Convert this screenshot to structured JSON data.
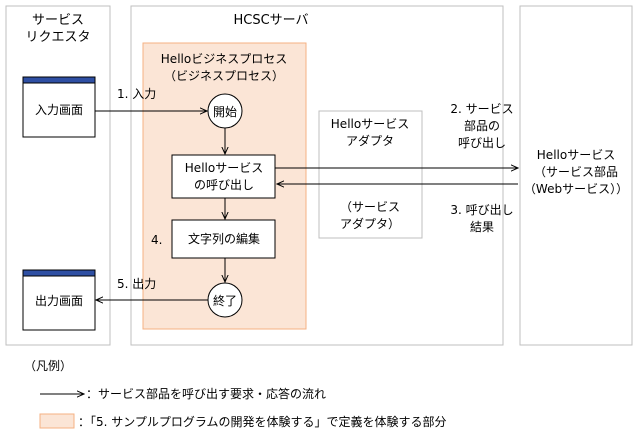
{
  "requester": {
    "title_line1": "サービス",
    "title_line2": "リクエスタ"
  },
  "server": {
    "title": "HCSCサーバ"
  },
  "process": {
    "title_line1": "Helloビジネスプロセス",
    "title_line2": "（ビジネスプロセス）"
  },
  "screens": {
    "input": "入力画面",
    "output": "出力画面"
  },
  "nodes": {
    "start": "開始",
    "invoke_line1": "Helloサービス",
    "invoke_line2": "の呼び出し",
    "edit": "文字列の編集",
    "end": "終了"
  },
  "adapter": {
    "line1": "Helloサービス",
    "line2": "アダプタ",
    "line3": "（サービス",
    "line4": "アダプタ）"
  },
  "service": {
    "line1": "Helloサービス",
    "line2": "（サービス部品",
    "line3": "（Webサービス））"
  },
  "steps": {
    "s1": "1. 入力",
    "s2_line1": "2. サービス",
    "s2_line2": "部品の",
    "s2_line3": "呼び出し",
    "s3_line1": "3. 呼び出し",
    "s3_line2": "結果",
    "s4": "4.",
    "s5": "5. 出力"
  },
  "legend": {
    "title": "（凡例）",
    "arrow_desc": "：サービス部品を呼び出す要求・応答の流れ",
    "area_desc": "：「5. サンプルプログラムの開発を体験する」で定義を体験する部分"
  },
  "colors": {
    "highlight_fill": "#fbe5d6",
    "highlight_stroke": "#f4b183",
    "line": "#000000",
    "box_border": "#bfbfbf"
  }
}
